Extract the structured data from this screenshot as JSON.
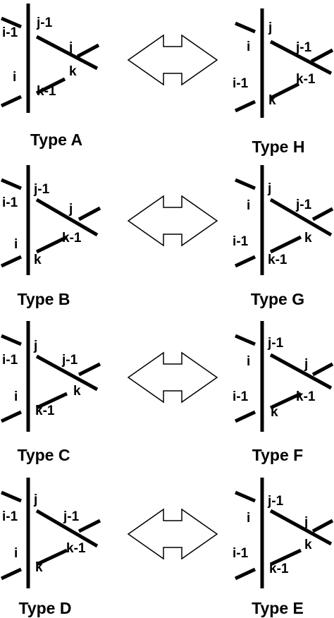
{
  "rows": [
    {
      "left": {
        "title": "Type A",
        "labels": {
          "i1": "i-1",
          "i2": "i",
          "b1": "j-1",
          "b2": "k-1",
          "m1": "j",
          "m2": "k"
        }
      },
      "right": {
        "title": "Type H",
        "labels": {
          "i1": "i",
          "i2": "i-1",
          "b1": "j",
          "b2": "k",
          "m1": "j-1",
          "m2": "k-1"
        }
      }
    },
    {
      "left": {
        "title": "Type B",
        "labels": {
          "i1": "i-1",
          "i2": "i",
          "b1": "j-1",
          "b2": "k",
          "m1": "j",
          "m2": "k-1"
        }
      },
      "right": {
        "title": "Type G",
        "labels": {
          "i1": "i",
          "i2": "i-1",
          "b1": "j",
          "b2": "k-1",
          "m1": "j-1",
          "m2": "k"
        }
      }
    },
    {
      "left": {
        "title": "Type C",
        "labels": {
          "i1": "i-1",
          "i2": "i",
          "b1": "j",
          "b2": "k-1",
          "m1": "j-1",
          "m2": "k"
        }
      },
      "right": {
        "title": "Type F",
        "labels": {
          "i1": "i",
          "i2": "i-1",
          "b1": "j-1",
          "b2": "k",
          "m1": "j",
          "m2": "k-1"
        }
      }
    },
    {
      "left": {
        "title": "Type D",
        "labels": {
          "i1": "i-1",
          "i2": "i",
          "b1": "j",
          "b2": "k",
          "m1": "j-1",
          "m2": "k-1"
        }
      },
      "right": {
        "title": "Type E",
        "labels": {
          "i1": "i",
          "i2": "i-1",
          "b1": "j-1",
          "b2": "k-1",
          "m1": "j",
          "m2": "k"
        }
      }
    }
  ]
}
